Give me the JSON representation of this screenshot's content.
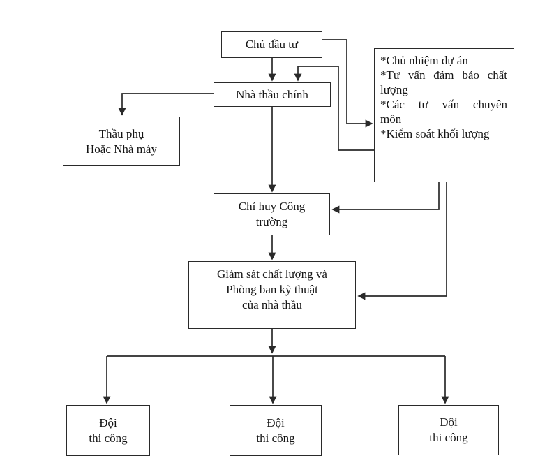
{
  "page": {
    "background": "#ffffff",
    "bottom_rule_color": "#cccccc"
  },
  "diagram": {
    "line_color": "#2a2a2a",
    "text_color": "#151515",
    "boxes": {
      "investor": {
        "label": "Chủ đầu tư"
      },
      "main_contractor": {
        "label": "Nhà thầu chính"
      },
      "subcontractor": {
        "label": "Thầu phụ\nHoặc Nhà máy"
      },
      "consultants": {
        "items": [
          "*Chủ nhiệm dự án",
          "*Tư vấn đảm bảo chất lượng",
          "*Các tư vấn chuyên môn",
          "*Kiểm soát khối lượng"
        ],
        "lines": [
          "*Chủ nhiệm dự án",
          "*Tư vấn đảm bảo chất",
          "lượng",
          "*Các tư vấn chuyên",
          "môn",
          "*Kiểm soát khối lượng"
        ]
      },
      "site_command": {
        "label": "Chỉ huy Công\ntrường"
      },
      "quality_tech": {
        "label": "Giám sát chất lượng và\nPhòng ban kỹ thuật\ncủa nhà thầu"
      },
      "team_1": {
        "label": "Đội\nthi công"
      },
      "team_2": {
        "label": "Đội\nthi công"
      },
      "team_3": {
        "label": "Đội\nthi công"
      }
    }
  }
}
